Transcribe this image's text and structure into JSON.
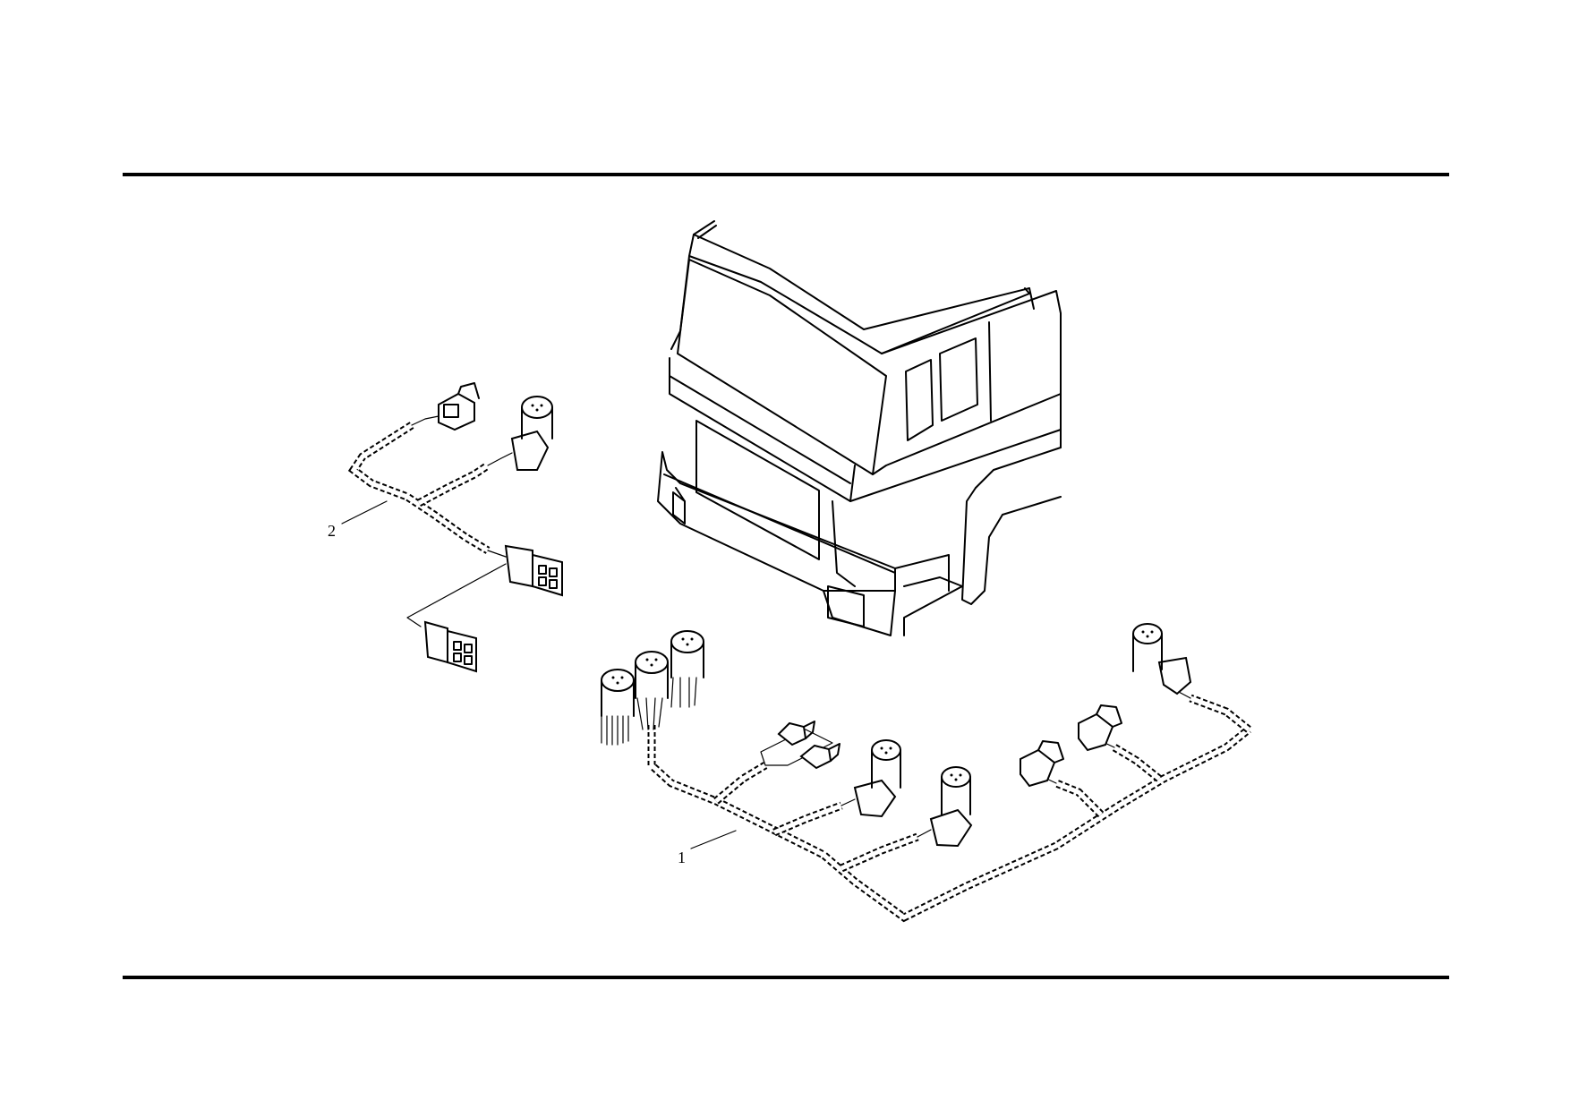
{
  "figure": {
    "callouts": [
      {
        "id": "1",
        "label": "1"
      },
      {
        "id": "2",
        "label": "2"
      }
    ],
    "colors": {
      "ink": "#000000",
      "paper": "#ffffff"
    }
  }
}
